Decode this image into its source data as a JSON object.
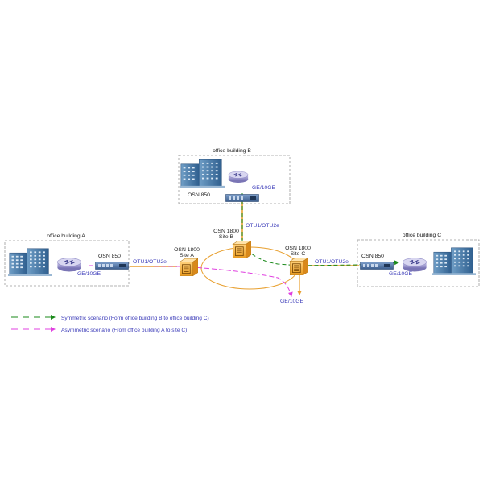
{
  "sites": {
    "building_a": {
      "title": "office building A",
      "device": "OSN 850",
      "port": "GE/10GE"
    },
    "building_b": {
      "title": "office building B",
      "device": "OSN 850",
      "port": "GE/10GE"
    },
    "building_c": {
      "title": "office building C",
      "device": "OSN 850",
      "port": "GE/10GE"
    },
    "site_a": {
      "device": "OSN 1800",
      "name": "Site A"
    },
    "site_b": {
      "device": "OSN 1800",
      "name": "Site B"
    },
    "site_c": {
      "device": "OSN 1800",
      "name": "Site C"
    }
  },
  "links": {
    "a_to_site_a": "OTU1/OTU2e",
    "b_to_site_b": "OTU1/OTU2e",
    "site_c_to_c": "OTU1/OTU2e",
    "site_c_drop": "GE/10GE"
  },
  "legend": {
    "symmetric": "Symmetric scenario (Form office building B to office building C)",
    "asymmetric": "Asymmetric scenario (From office building A to site C)"
  },
  "colors": {
    "symmetric": "#1a8a1a",
    "asymmetric": "#e040e0",
    "fiber": "#e8a030",
    "label": "#3a3ab8"
  }
}
